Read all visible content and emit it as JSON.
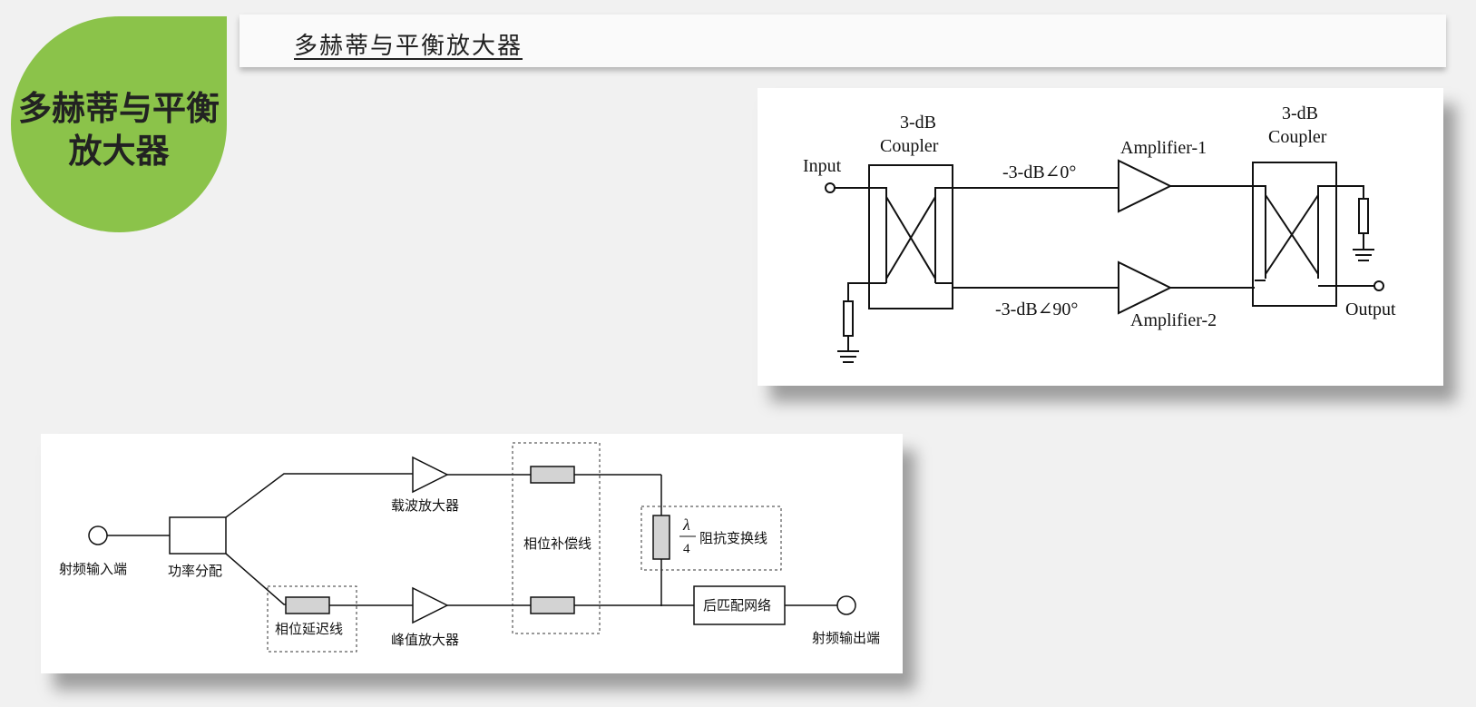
{
  "badge": {
    "line1": "多赫蒂与平衡",
    "line2": "放大器"
  },
  "header": {
    "title": "多赫蒂与平衡放大器"
  },
  "balanced_diagram": {
    "input_label": "Input",
    "output_label": "Output",
    "coupler_left_line1": "3-dB",
    "coupler_left_line2": "Coupler",
    "coupler_right_line1": "3-dB",
    "coupler_right_line2": "Coupler",
    "amp1_label": "Amplifier-1",
    "amp2_label": "Amplifier-2",
    "path1_label": "-3-dB∠0°",
    "path2_label": "-3-dB∠90°"
  },
  "doherty_diagram": {
    "rf_input": "射频输入端",
    "power_split": "功率分配",
    "carrier_amp": "载波放大器",
    "peak_amp": "峰值放大器",
    "phase_delay": "相位延迟线",
    "phase_comp": "相位补偿线",
    "lambda": "λ",
    "four": "4",
    "impedance_line": "阻抗变换线",
    "post_match": "后匹配网络",
    "rf_output": "射频输出端"
  },
  "colors": {
    "badge": "#8bc34a",
    "block_fill": "#d3d3d3"
  }
}
